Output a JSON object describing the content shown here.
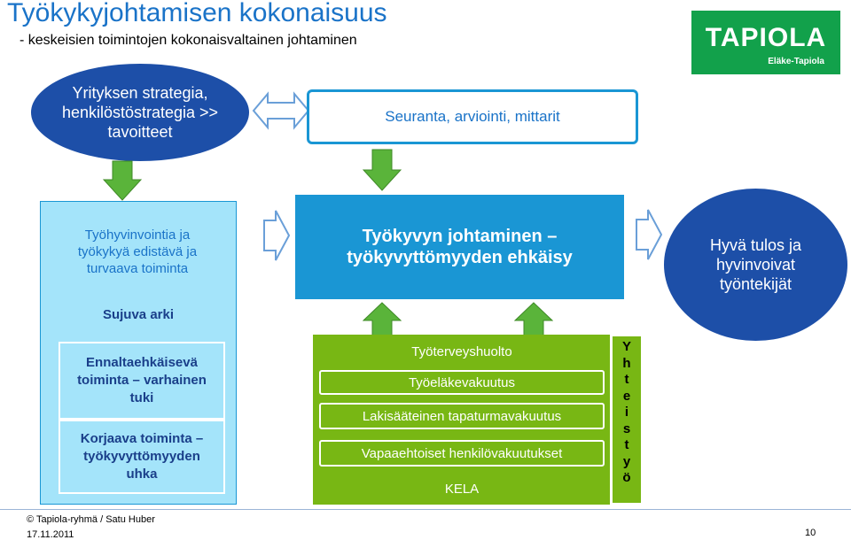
{
  "header": {
    "title": "Työkykyjohtamisen kokonaisuus",
    "subtitle": "- keskeisien toimintojen kokonaisvaltainen johtaminen"
  },
  "logo": {
    "name": "TAPIOLA",
    "tagline": "Eläke-Tapiola"
  },
  "top": {
    "strategy": "Yrityksen strategia, henkilöstöstrategia >> tavoitteet",
    "monitoring": "Seuranta, arviointi, mittarit"
  },
  "middle": {
    "wellbeing": "Työhyvinvointia ja työkykyä edistävä ja turvaava toiminta",
    "management": "Työkyvyn johtaminen – työkyvyttömyyden ehkäisy",
    "result": "Hyvä tulos ja hyvinvoivat työntekijät"
  },
  "left_panel": {
    "title": "Sujuva arki",
    "preventive": "Ennaltaehkäisevä toiminta – varhainen tuki",
    "corrective": "Korjaava toiminta – työkyvyttömyyden uhka"
  },
  "services": [
    "Työterveyshuolto",
    "Työeläkevakuutus",
    "Lakisääteinen tapaturmavakuutus",
    "Vapaaehtoiset henkilövakuutukset",
    "KELA"
  ],
  "vertical_label": [
    "Y",
    "h",
    "t",
    "e",
    "i",
    "s",
    "t",
    "y",
    "ö"
  ],
  "footer": {
    "copyright": "© Tapiola-ryhmä / Satu Huber",
    "date": "17.11.2011",
    "page": "10"
  },
  "colors": {
    "title_blue": "#1a73c8",
    "dark_blue": "#1d4fa8",
    "box_blue": "#1a96d4",
    "light_cyan": "#a4e4fa",
    "green": "#78b714",
    "logo_green": "#12a14b",
    "arrow_green": "#5ab43a",
    "arrow_blue": "#6a9fd8"
  }
}
